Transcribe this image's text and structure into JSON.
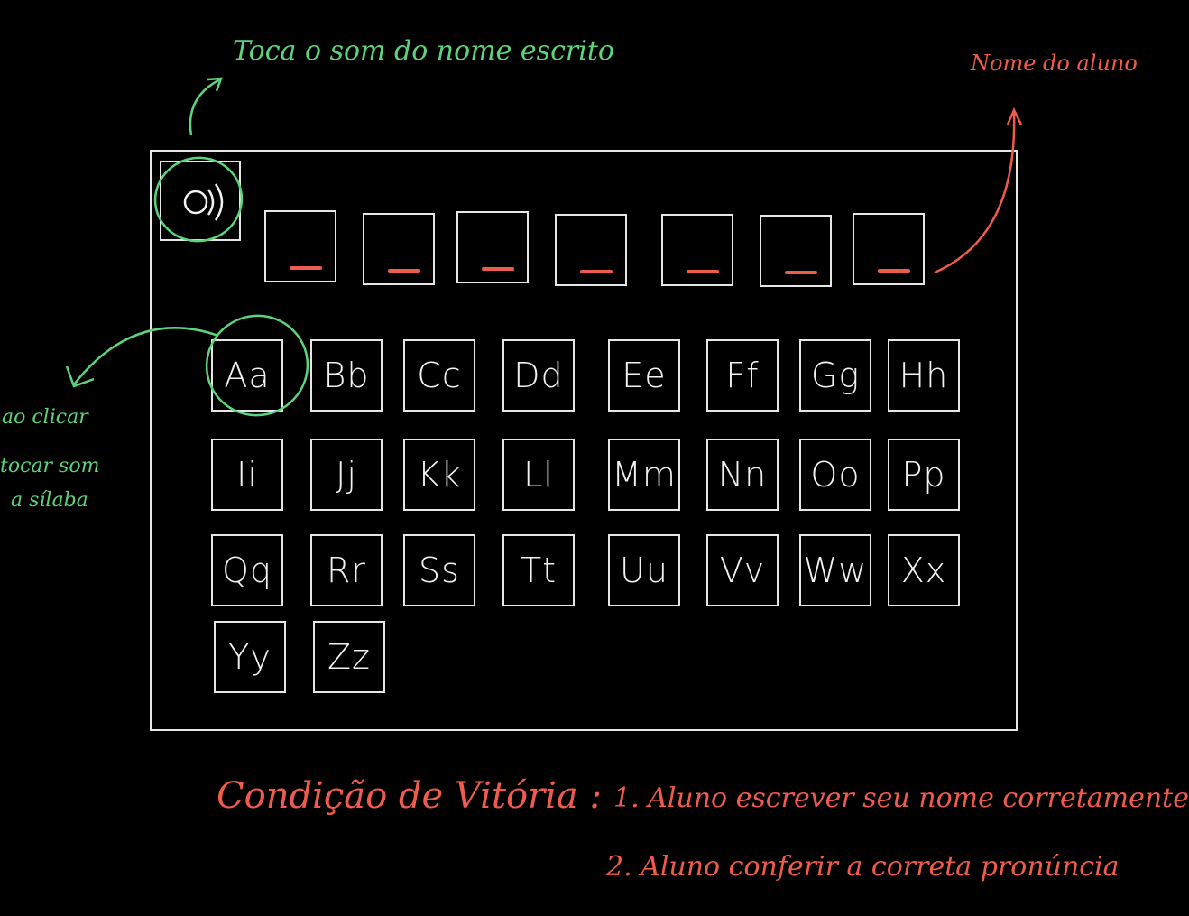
{
  "annotations": {
    "play_sound_note": "Toca o som do nome escrito",
    "student_name_note": "Nome do aluno",
    "click_note_line1": "ao clicar",
    "click_note_line2": "tocar som",
    "click_note_line3": "a sílaba"
  },
  "victory": {
    "label": "Condição de Vitória :",
    "item1": "1. Aluno escrever seu nome corretamente",
    "item2": "2. Aluno conferir a correta pronúncia"
  },
  "name_slots": [
    "_",
    "_",
    "_",
    "_",
    "_",
    "_",
    "_"
  ],
  "letters": [
    "Aa",
    "Bb",
    "Cc",
    "Dd",
    "Ee",
    "Ff",
    "Gg",
    "Hh",
    "Ii",
    "Jj",
    "Kk",
    "Ll",
    "Mm",
    "Nn",
    "Oo",
    "Pp",
    "Qq",
    "Rr",
    "Ss",
    "Tt",
    "Uu",
    "Vv",
    "Ww",
    "Xx",
    "Yy",
    "Zz"
  ],
  "colors": {
    "background": "#000000",
    "ui_lines": "#e6e6e6",
    "green_annotation": "#5cd37c",
    "red_annotation": "#ef5b4c"
  },
  "icons": {
    "speaker": "speaker-icon"
  }
}
